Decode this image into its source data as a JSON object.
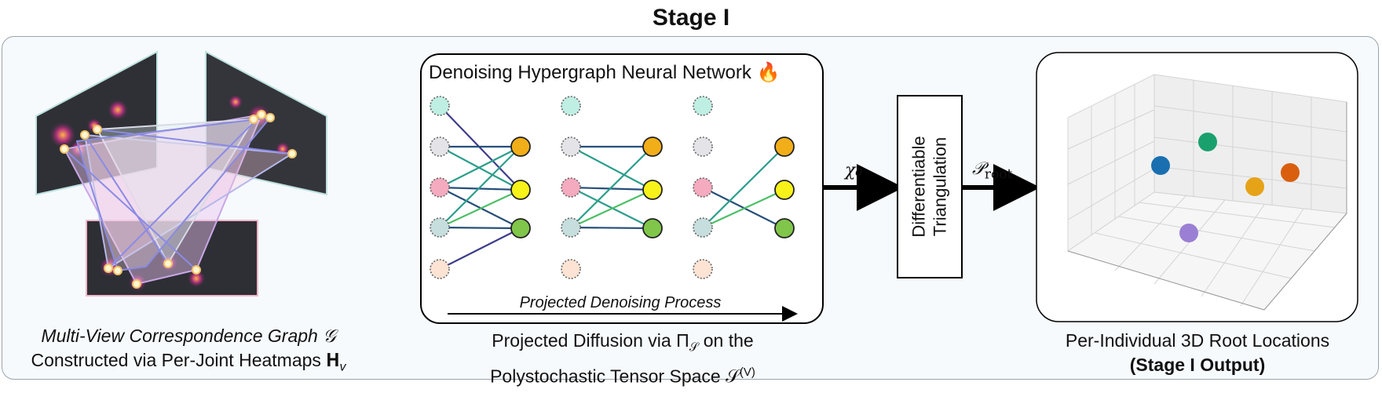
{
  "title": "Stage I",
  "left": {
    "caption_line1": "Multi-View Correspondence Graph 𝒢",
    "caption_line2": "Constructed via Per-Joint Heatmaps 𝐇",
    "caption_sub": "v"
  },
  "network": {
    "title": "Denoising Hypergraph Neural Network",
    "title_icon": "fire-icon",
    "process_label": "Projected Denoising Process",
    "caption_line1": "Projected Diffusion via Π",
    "caption_line1_sub": "𝒮",
    "caption_line1_rest": " on the",
    "caption_line2": "Polystochastic Tensor Space 𝒮",
    "caption_line2_sup": "(V)"
  },
  "arrows": {
    "chi_label": "χ₀",
    "p_label": "𝒫",
    "p_sub": "root"
  },
  "triangulation": {
    "line1": "Differentiable",
    "line2": "Triangulation"
  },
  "output": {
    "caption_line1": "Per-Individual 3D Root Locations",
    "caption_line2": "(Stage I Output)",
    "points": [
      {
        "color": "#1a6fb0",
        "label": "blue"
      },
      {
        "color": "#1aa06d",
        "label": "green"
      },
      {
        "color": "#d95f0e",
        "label": "orange"
      },
      {
        "color": "#e6a317",
        "label": "yellow-orange"
      },
      {
        "color": "#9b7fd4",
        "label": "purple"
      }
    ]
  },
  "colors": {
    "source_nodes": [
      "#bfeee3",
      "#e3e3e8",
      "#f4aabf",
      "#c6dedd",
      "#fde3d3"
    ],
    "target_nodes": [
      "#f2ae19",
      "#f7f219",
      "#80c64a"
    ],
    "edge_dark": "#264f7a",
    "edge_teal": "#2b9e8c",
    "edge_green": "#4cbf67",
    "edge_navy": "#3d3d8a"
  }
}
